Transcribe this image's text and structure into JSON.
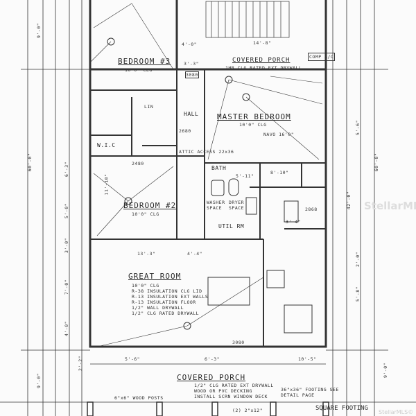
{
  "rooms": {
    "bedroom3": {
      "name": "BEDROOM #3",
      "ceiling": "10'0\" CLG"
    },
    "covered_porch_rear": {
      "name": "COVERED PORCH",
      "note": "1HR CLG RATED EXT DRYWALL",
      "dim": "14'-8\""
    },
    "master_bedroom": {
      "name": "MASTER BEDROOM",
      "ceiling": "10'0\" CLG",
      "fan": "NAVO 16'0\""
    },
    "bedroom2": {
      "name": "BEDROOM #2",
      "ceiling": "10'0\" CLG"
    },
    "bath": {
      "name": "BATH"
    },
    "hall": {
      "name": "HALL"
    },
    "attic": {
      "name": "ATTIC ACCESS 22x36"
    },
    "utility": {
      "name": "UTIL RM"
    },
    "washer": {
      "name": "WASHER SPACE"
    },
    "dryer": {
      "name": "DRYER SPACE"
    },
    "lin": {
      "name": "LIN"
    },
    "wic": {
      "name": "W.I.C"
    },
    "great_room": {
      "name": "GREAT ROOM",
      "notes": [
        "10'0\" CLG",
        "R-38 INSULATION CLG LID",
        "R-13 INSULATION EXT WALLS",
        "R-13 INSULATION FLOOR",
        "1/2\" WALL DRYWALL",
        "1/2\" CLG RATED DRYWALL"
      ]
    },
    "covered_porch_front": {
      "name": "COVERED PORCH",
      "notes": [
        "1/2\" CLG RATED EXT DRYWALL",
        "WOOD OR PVC DECKING",
        "INSTALL SCRN WINDOW DECK"
      ],
      "posts": "6\"x6\" WOOD POSTS",
      "footing": "36\"x36\" FOOTING SEE DETAIL PAGE",
      "beam": "(2) 2\"x12\""
    },
    "comp_ac": {
      "name": "COMP A/C"
    }
  },
  "dimensions": {
    "left": [
      "60'-0\"",
      "9'-0\"",
      "6'-3\"",
      "5'-0\"",
      "3'-0\"",
      "7'-0\"",
      "4'-0\"",
      "2'-2\"",
      "9'-0\""
    ],
    "right": [
      "60'-0\"",
      "42'-0\"",
      "5'-6\"",
      "2'-0\"",
      "5'-8\"",
      "9'-0\""
    ],
    "interior": [
      "13'-3\"",
      "4'-4\"",
      "4'-0\"",
      "3'-3\"",
      "3'-4\"",
      "11'-10\"",
      "5'-11\"",
      "8'-10\"",
      "10'-5\"",
      "6'-3\"",
      "5'-6\""
    ],
    "doors": [
      "3080",
      "2680",
      "2480",
      "3080",
      "2868"
    ]
  },
  "footer": {
    "square_footing": "SQUARE FOOTING"
  },
  "watermarks": {
    "brand": "StellarMLS",
    "corner": "StellarMLS©"
  }
}
